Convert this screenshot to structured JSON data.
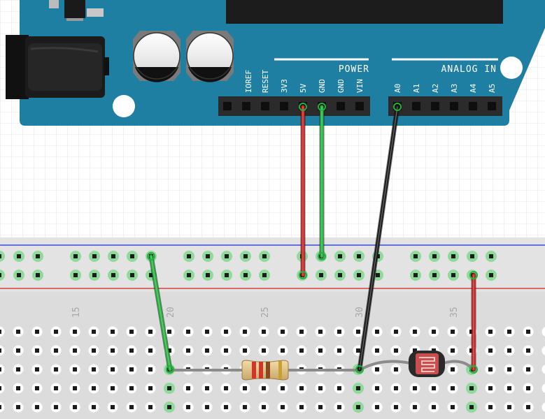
{
  "board": {
    "color": "#1f7fa3",
    "power_header_label": "POWER",
    "analog_header_label": "ANALOG IN",
    "power_pins": [
      "IOREF",
      "RESET",
      "3V3",
      "5V",
      "GND",
      "GND",
      "VIN"
    ],
    "analog_pins": [
      "A0",
      "A1",
      "A2",
      "A3",
      "A4",
      "A5"
    ]
  },
  "breadboard": {
    "column_numbers": [
      "15",
      "20",
      "25",
      "30",
      "35"
    ],
    "rail_colors": {
      "positive": "#d22222",
      "negative": "#1a2bd6"
    }
  },
  "wires": [
    {
      "name": "wire-5v",
      "color": "#c81e1e",
      "from": "5V",
      "to": "power rail"
    },
    {
      "name": "wire-gnd",
      "color": "#22b13a",
      "from": "GND",
      "to": "ground rail"
    },
    {
      "name": "wire-a0",
      "color": "#1a1a1a",
      "from": "A0",
      "to": "column 30"
    },
    {
      "name": "wire-ground-to-resistor",
      "color": "#22b13a",
      "from": "ground rail",
      "to": "column 20"
    },
    {
      "name": "wire-power-to-ldr",
      "color": "#c81e1e",
      "from": "power rail",
      "to": "column 36"
    }
  ],
  "components": {
    "resistor": {
      "band_colors": [
        "#d3342a",
        "#d3342a",
        "#8a4a1e",
        "#c8a030"
      ]
    },
    "photoresistor": {
      "color": "#c94e4e"
    }
  }
}
